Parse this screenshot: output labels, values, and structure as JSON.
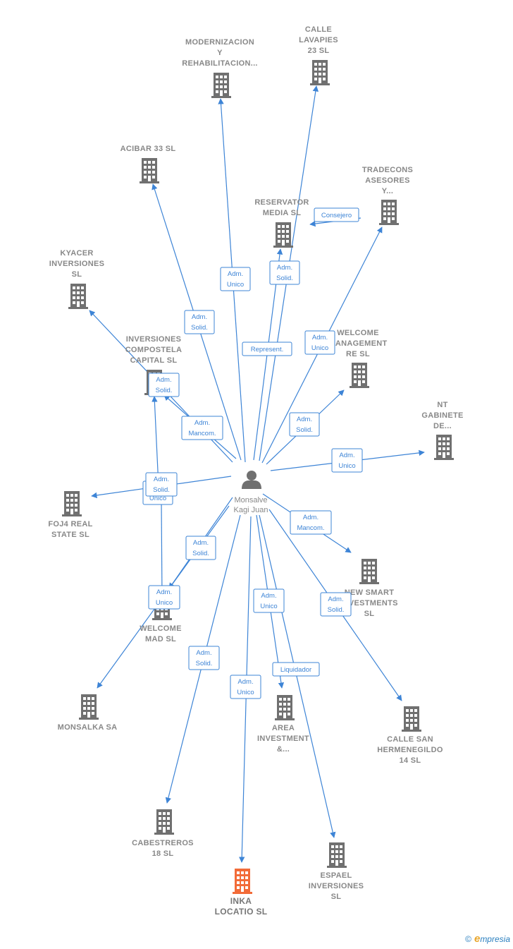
{
  "center": {
    "line1": "Monsalve",
    "line2": "Kagi Juan"
  },
  "companies": [
    {
      "id": "modernizacion",
      "lines": [
        "MODERNIZACION",
        "Y",
        "REHABILITACION..."
      ]
    },
    {
      "id": "lavapies",
      "lines": [
        "CALLE",
        "LAVAPIES",
        "23  SL"
      ]
    },
    {
      "id": "acibar",
      "lines": [
        "ACIBAR 33  SL"
      ]
    },
    {
      "id": "tradecons",
      "lines": [
        "TRADECONS",
        "ASESORES",
        "Y..."
      ]
    },
    {
      "id": "reservator",
      "lines": [
        "RESERVATOR",
        "MEDIA  SL"
      ]
    },
    {
      "id": "kyacer",
      "lines": [
        "KYACER",
        "INVERSIONES",
        "SL"
      ]
    },
    {
      "id": "compostela",
      "lines": [
        "INVERSIONES",
        "COMPOSTELA",
        "CAPITAL  SL"
      ]
    },
    {
      "id": "welcome-mgmt",
      "lines": [
        "WELCOME",
        "MANAGEMENT",
        "RE  SL"
      ]
    },
    {
      "id": "nt-gabinete",
      "lines": [
        "NT",
        "GABINETE",
        "DE..."
      ]
    },
    {
      "id": "foj4",
      "lines": [
        "FOJ4 REAL",
        "STATE  SL"
      ]
    },
    {
      "id": "new-smart",
      "lines": [
        "NEW SMART",
        "INVESTMENTS",
        "SL"
      ]
    },
    {
      "id": "welcome-mad",
      "lines": [
        "WELCOME",
        "MAD  SL"
      ]
    },
    {
      "id": "monsalka",
      "lines": [
        "MONSALKA SA"
      ]
    },
    {
      "id": "area",
      "lines": [
        "AREA",
        "INVESTMENT",
        "&..."
      ]
    },
    {
      "id": "calle-san",
      "lines": [
        "CALLE SAN",
        "HERMENEGILDO",
        "14  SL"
      ]
    },
    {
      "id": "cabestreros",
      "lines": [
        "CABESTREROS",
        "18  SL"
      ]
    },
    {
      "id": "inka",
      "lines": [
        "INKA",
        "LOCATIO  SL"
      ]
    },
    {
      "id": "espael",
      "lines": [
        "ESPAEL",
        "INVERSIONES",
        "SL"
      ]
    }
  ],
  "relations": [
    {
      "id": "r-modernizacion",
      "lines": [
        "Adm.",
        "Unico"
      ]
    },
    {
      "id": "r-lavapies",
      "lines": [
        "Adm.",
        "Solid."
      ]
    },
    {
      "id": "r-reservator",
      "lines": [
        "Represent."
      ]
    },
    {
      "id": "r-acibar",
      "lines": [
        "Adm.",
        "Solid."
      ]
    },
    {
      "id": "r-tradecons-reservator",
      "lines": [
        "Consejero"
      ]
    },
    {
      "id": "r-tradecons",
      "lines": [
        "Adm.",
        "Unico"
      ]
    },
    {
      "id": "r-compostela",
      "lines": [
        "Adm.",
        "Solid."
      ]
    },
    {
      "id": "r-kyacer",
      "lines": [
        "Adm.",
        "Mancom."
      ]
    },
    {
      "id": "r-welcome-mgmt",
      "lines": [
        "Adm.",
        "Solid."
      ]
    },
    {
      "id": "r-nt",
      "lines": [
        "Adm.",
        "Unico"
      ]
    },
    {
      "id": "r-foj4-under",
      "lines": [
        "Adm.",
        "Unico"
      ]
    },
    {
      "id": "r-foj4",
      "lines": [
        "Adm.",
        "Solid."
      ]
    },
    {
      "id": "r-new-smart",
      "lines": [
        "Adm.",
        "Mancom."
      ]
    },
    {
      "id": "r-welcome-mad",
      "lines": [
        "Adm.",
        "Solid."
      ]
    },
    {
      "id": "r-monsalka",
      "lines": [
        "Adm.",
        "Unico"
      ]
    },
    {
      "id": "r-area",
      "lines": [
        "Adm.",
        "Unico"
      ]
    },
    {
      "id": "r-calle-san",
      "lines": [
        "Adm.",
        "Solid."
      ]
    },
    {
      "id": "r-cabestreros",
      "lines": [
        "Adm.",
        "Solid."
      ]
    },
    {
      "id": "r-espael",
      "lines": [
        "Liquidador"
      ]
    },
    {
      "id": "r-inka",
      "lines": [
        "Adm.",
        "Unico"
      ]
    }
  ],
  "footer": {
    "copyright": "©",
    "brand_initial": "e",
    "brand_rest": "mpresia"
  },
  "colors": {
    "edge": "#3d84d6",
    "building": "#707070",
    "highlight": "#f26b38",
    "label": "#888888"
  }
}
